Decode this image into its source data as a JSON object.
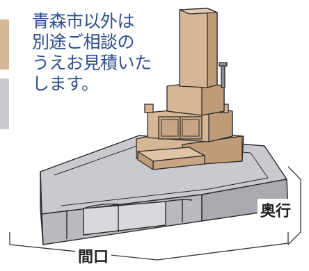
{
  "note": {
    "lines": [
      "青森市以外は",
      "別途ご相談の",
      "うえお見積いた",
      "します。"
    ]
  },
  "dimensions": {
    "width_label": "間口",
    "depth_label": "奥行"
  },
  "colors": {
    "stone_tan": "#d6b695",
    "stone_tan_dark": "#bf9b78",
    "base_gray": "#c9cace",
    "base_gray_dark": "#a9abb0",
    "outline": "#2a2a2a",
    "note_text": "#2d4d8f"
  }
}
